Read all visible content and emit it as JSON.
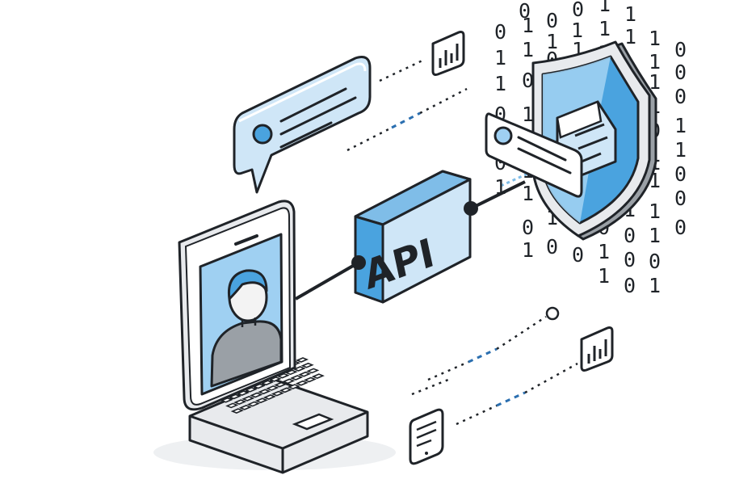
{
  "api_label": "API",
  "colors": {
    "ink": "#1f2328",
    "light_blue": "#cfe6f7",
    "mid_blue": "#7fbde8",
    "accent_blue": "#4aa3df",
    "gray": "#e8eaed",
    "dash_blue": "#2b6fb0"
  },
  "binary_digits": [
    "0",
    "0",
    "1",
    "1",
    "1",
    "1",
    "1",
    "1",
    "0",
    "1",
    "1",
    "1",
    "1",
    "0",
    "1",
    "0",
    "0",
    "1",
    "1",
    "0",
    "0",
    "0",
    "1",
    "1",
    "1",
    "0",
    "1",
    "0",
    "1",
    "1",
    "0",
    "1",
    "1",
    "0",
    "1",
    "0",
    "0",
    "1",
    "0",
    "1",
    "0",
    "1",
    "0",
    "0",
    "1",
    "0",
    "1",
    "1",
    "0",
    "1",
    "1",
    "0",
    "0",
    "1",
    "0",
    "0",
    "1",
    "0",
    "1",
    "0",
    "1",
    "0",
    "1",
    "0",
    "1",
    "0",
    "1",
    "1",
    "1",
    "0",
    "1",
    "0",
    "1",
    "1"
  ],
  "icons": [
    "chat-bubble-icon",
    "bar-chart-icon",
    "shield-icon",
    "server-icon",
    "user-avatar-icon",
    "document-icon"
  ]
}
